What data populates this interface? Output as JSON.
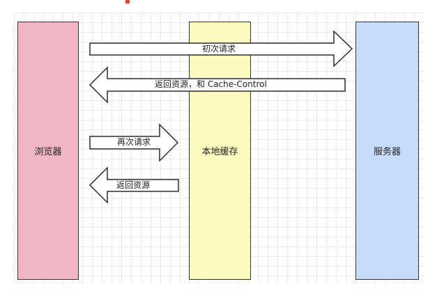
{
  "blocks": {
    "browser": "浏览器",
    "cache": "本地缓存",
    "server": "服务器"
  },
  "arrows": {
    "first_request": "初次请求",
    "return_with_cache_control": "返回资源，和 Cache-Control",
    "second_request": "再次请求",
    "return_resource": "返回资源"
  },
  "colors": {
    "browser": "#f1b5c7",
    "cache": "#fbfbc0",
    "server": "#c6dcf9",
    "accent": "#e0453a"
  }
}
